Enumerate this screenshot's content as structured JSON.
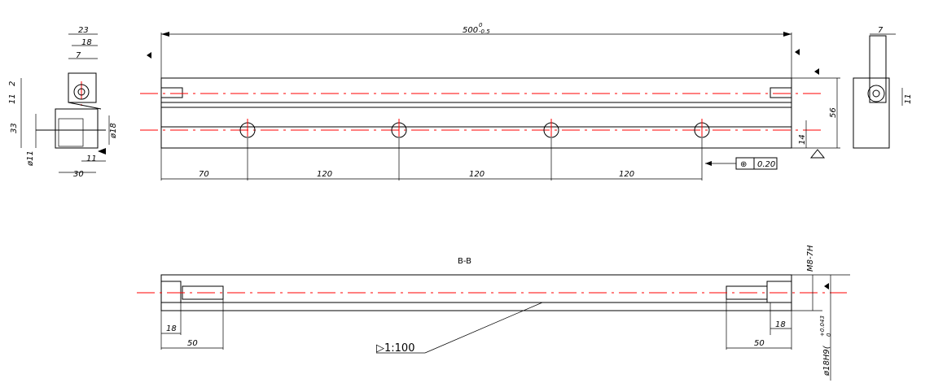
{
  "labels": {
    "overall_length": "500",
    "overall_length_sup": "0",
    "overall_length_sub": "-0.5",
    "pitch_1": "70",
    "pitch_2": "120",
    "pitch_3": "120",
    "pitch_4": "120",
    "height": "56",
    "bottom_offset": "14",
    "position_tolerance": "0.20",
    "position_symbol": "⊕",
    "section_title": "B-B",
    "slope": "▷1:100",
    "thread_depth_left": "18",
    "thread_length_left": "50",
    "thread_depth_right": "18",
    "thread_length_right": "50",
    "thread_spec": "M8-7H",
    "bore_fit": "ø18H9(",
    "bore_fit_tol": "+0.043",
    "bore_fit_tol2": "0",
    "side_w23": "23",
    "side_w18": "18",
    "side_w7": "7",
    "side_h2": "2",
    "side_h11": "11",
    "side_h33": "33",
    "side_dia11": "ø11",
    "side_dia18": "ø18",
    "side_w30": "30",
    "side_w11": "11",
    "right_w7": "7",
    "right_h11": "11"
  }
}
